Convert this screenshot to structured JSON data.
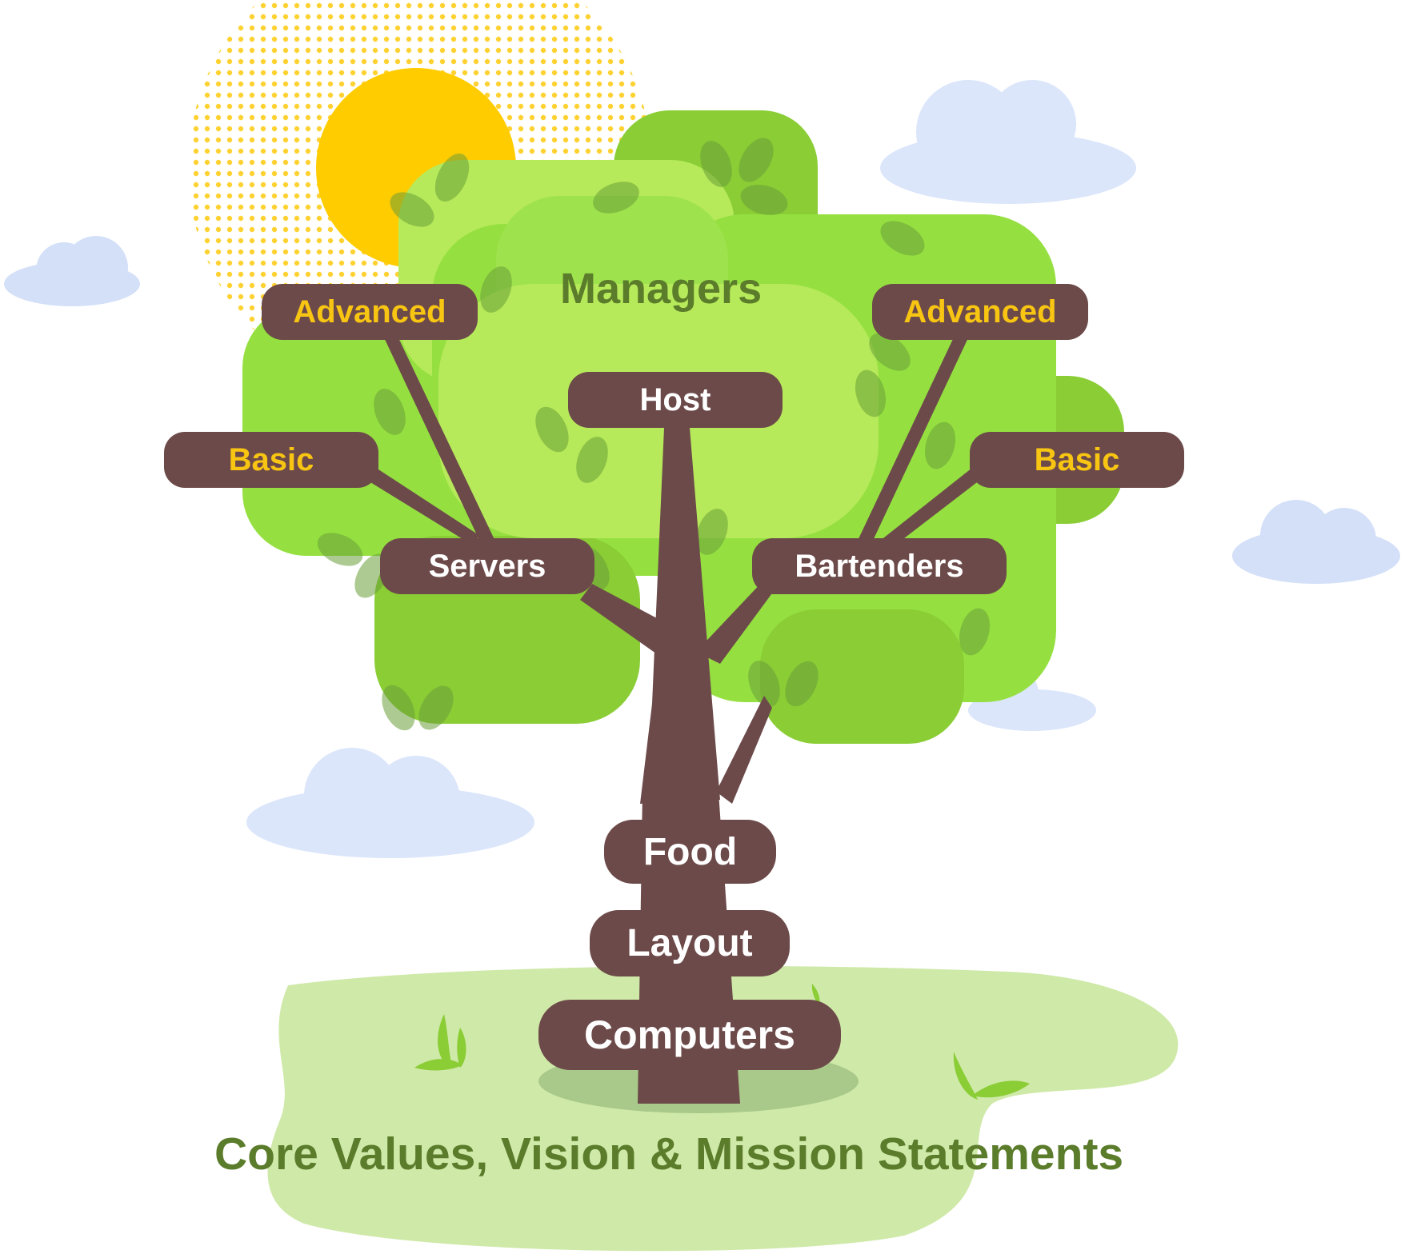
{
  "diagram": {
    "canopy_label": "Managers",
    "root_label": "Core Values, Vision & Mission Statements",
    "trunk_nodes": [
      {
        "label": "Host"
      },
      {
        "label": "Food"
      },
      {
        "label": "Layout"
      },
      {
        "label": "Computers"
      }
    ],
    "branch_nodes": {
      "servers": "Servers",
      "bartenders": "Bartenders"
    },
    "levels": {
      "left_advanced": "Advanced",
      "left_basic": "Basic",
      "right_advanced": "Advanced",
      "right_basic": "Basic"
    }
  },
  "colors": {
    "trunk": "#6d4a4a",
    "level_text": "#f7c512",
    "title_text": "#5b7c2b",
    "canopy_dark": "#8acd35",
    "canopy_mid": "#95e040",
    "canopy_light": "#b6ea5a",
    "ground": "#cfe9a8",
    "sun": "#ffcc00",
    "cloud": "#dbe6fb"
  },
  "icons": [
    "sun-icon",
    "cloud-icon",
    "leaf-icon",
    "grass-icon"
  ]
}
